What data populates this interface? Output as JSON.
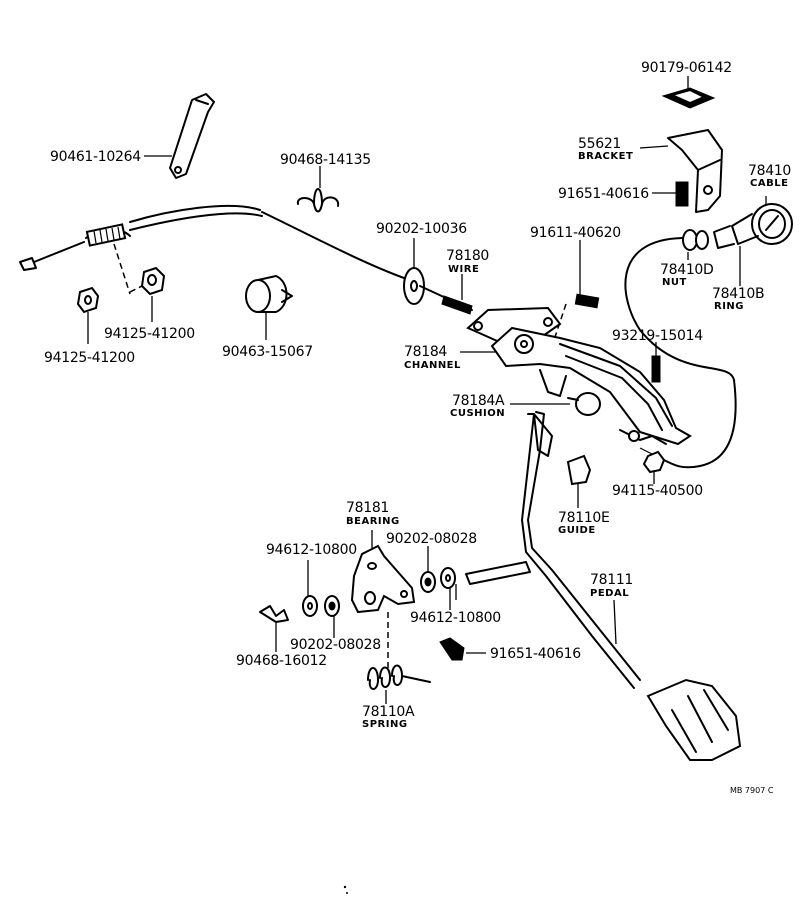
{
  "labels": {
    "p90179_06142": "90179-06142",
    "p55621": "55621",
    "p55621_name": "BRACKET",
    "p91651_40616_top": "91651-40616",
    "p78410": "78410",
    "p78410_name": "CABLE",
    "p90461_10264": "90461-10264",
    "p90468_14135": "90468-14135",
    "p90202_10036": "90202-10036",
    "p78180": "78180",
    "p78180_name": "WIRE",
    "p91611_40620": "91611-40620",
    "p78410D": "78410D",
    "p78410D_name": "NUT",
    "p78410B": "78410B",
    "p78410B_name": "RING",
    "p94125_41200_a": "94125-41200",
    "p94125_41200_b": "94125-41200",
    "p90463_15067": "90463-15067",
    "p78184": "78184",
    "p78184_name": "CHANNEL",
    "p93219_15014": "93219-15014",
    "p78184A": "78184A",
    "p78184A_name": "CUSHION",
    "p94115_40500": "94115-40500",
    "p78181": "78181",
    "p78181_name": "BEARING",
    "p78110E": "78110E",
    "p78110E_name": "GUIDE",
    "p94612_10800_a": "94612-10800",
    "p90202_08028_a": "90202-08028",
    "p78111": "78111",
    "p78111_name": "PEDAL",
    "p94612_10800_b": "94612-10800",
    "p90202_08028_b": "90202-08028",
    "p91651_40616_bottom": "91651-40616",
    "p90468_16012": "90468-16012",
    "p78110A": "78110A",
    "p78110A_name": "SPRING",
    "code": "MB 7907 C"
  }
}
